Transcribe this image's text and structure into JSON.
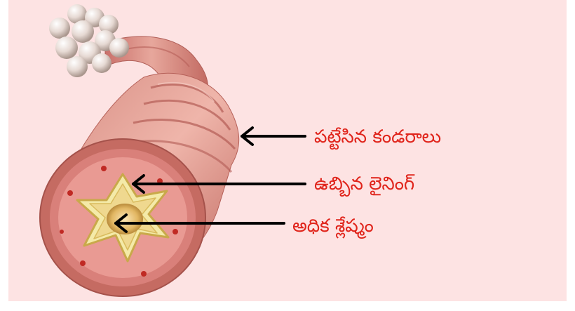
{
  "labels": {
    "tightened_muscles": "పట్టేసిన కండరాలు",
    "swollen_lining": "ఉబ్బిన లైనింగ్",
    "excess_mucus": "అధిక శ్లేష్మం"
  },
  "colors": {
    "panel_background": "#fde3e3",
    "label_text": "#e0241b",
    "arrow": "#000000",
    "airway_tissue": "#d98a80",
    "alveoli": "#e8dcd6"
  }
}
